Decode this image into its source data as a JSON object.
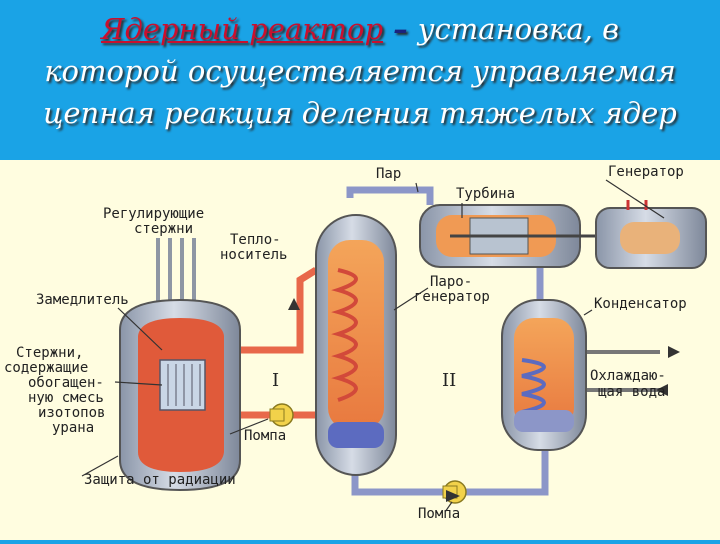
{
  "title": {
    "term": "Ядерный реактор",
    "dash": " – ",
    "rest1": "установка, в",
    "line2": "которой осуществляется управляемая",
    "line3": "цепная реакция деления тяжелых ядер"
  },
  "labels": {
    "rods_1": "Регулирующие",
    "rods_2": "стержни",
    "coolant_1": "Тепло-",
    "coolant_2": "носитель",
    "moderator": "Замедлитель",
    "fuel_1": "Стержни,",
    "fuel_2": "содержащие",
    "fuel_3": "обогащен-",
    "fuel_4": "ную смесь",
    "fuel_5": "изотопов",
    "fuel_6": "урана",
    "pump_1": "Помпа",
    "shield": "Защита от радиации",
    "steam": "Пар",
    "turbine": "Турбина",
    "generator": "Генератор",
    "sg_1": "Паро-",
    "sg_2": "генератор",
    "condenser": "Конденсатор",
    "cooling_1": "Охлаждаю-",
    "cooling_2": "щая вода",
    "pump_2": "Помпа",
    "loop_1": "I",
    "loop_2": "II"
  },
  "colors": {
    "background": "#1AA3E6",
    "panel": "#FFFDE0",
    "pipe_primary": "#E8684A",
    "pipe_secondary": "#8C96C8",
    "vessel": "#A9B4C6",
    "hot": "#E05A3A",
    "pump": "#F2D24A"
  }
}
